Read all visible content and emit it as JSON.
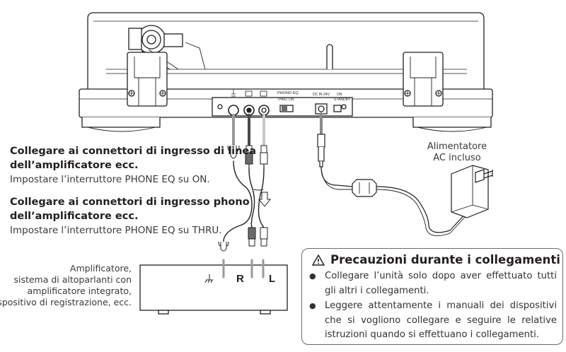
{
  "texts": {
    "line_in_title": "Collegare ai connettori di ingresso di linea dell’amplificatore ecc.",
    "line_in_title_1": "Collegare ai connettori di ingresso di linea",
    "line_in_title_2": "dell’amplificatore ecc.",
    "line_in_note": "Impostare l’interruttore PHONE EQ su ON.",
    "phono_in_title_1": "Collegare ai connettori di ingresso phono",
    "phono_in_title_2": "dell’amplificatore ecc.",
    "phono_in_note": "Impostare l’interruttore PHONE EQ su THRU.",
    "amp_label": [
      "Amplificatore,",
      "sistema di altoparlanti con",
      "amplificatore integrato,",
      "dispositivo di registrazione, ecc."
    ],
    "adapter_label": [
      "Alimentatore",
      "AC incluso"
    ],
    "amp_r": "R",
    "amp_l": "L",
    "panel_phono_eq": "PHONO EQ",
    "panel_thru": "THRU",
    "panel_on": "ON",
    "panel_dc_in": "DC IN 24V",
    "panel_on_small": "ON",
    "panel_standby": "STANDBY"
  },
  "caution": {
    "title": "Precauzioni durante i collegamenti",
    "items": [
      "Collegare l’unità solo dopo aver effettuato tutti gli altri i collegamenti.",
      "Leggere attentamente i manuali dei dispositivi che si vogliono collegare e seguire le relative istruzioni quando si effettuano i collegamenti."
    ]
  },
  "colors": {
    "stroke": "#231f20",
    "cable_dark": "#4a4a4a",
    "cable_gray": "#9a9a9a",
    "cable_light": "#c8c8c8",
    "connector_r_red_gray": "#8c8c8c",
    "box_border": "#6b6b6b"
  },
  "icons": [
    "warning-icon",
    "ground-icon",
    "bullet-icon"
  ]
}
